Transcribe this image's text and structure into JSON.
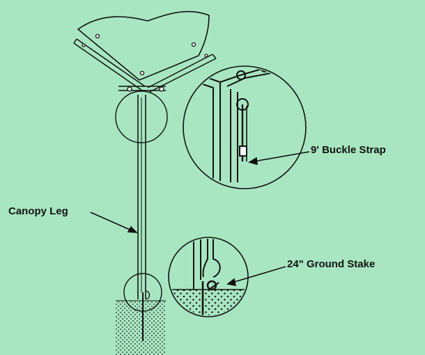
{
  "labels": {
    "canopy_leg": "Canopy Leg",
    "buckle_strap": "9' Buckle Strap",
    "ground_stake": "24\" Ground Stake"
  },
  "colors": {
    "background": "#a8e6c2",
    "ink": "#111111"
  }
}
